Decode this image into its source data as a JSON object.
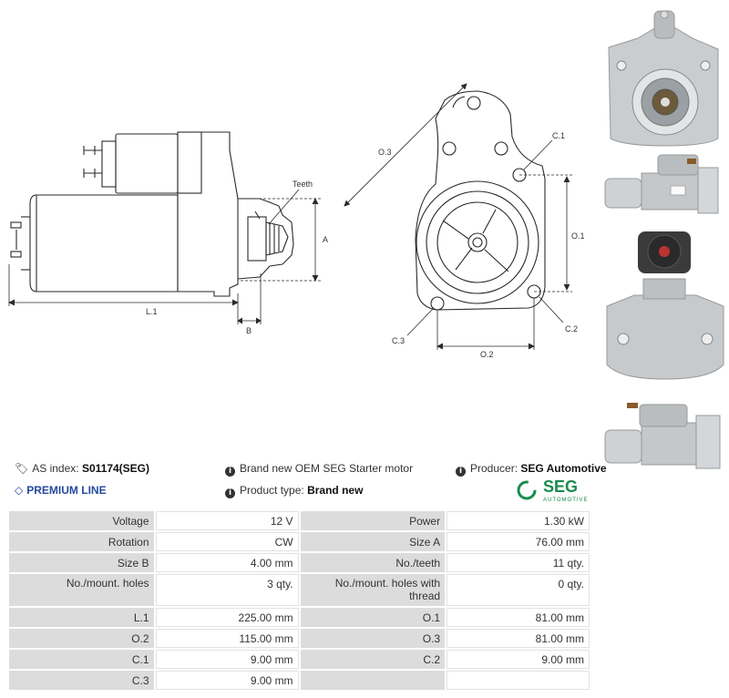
{
  "drawing": {
    "side_labels": {
      "teeth": "Teeth",
      "a": "A",
      "l1": "L.1",
      "b": "B"
    },
    "front_labels": {
      "o3": "O.3",
      "c1": "C.1",
      "o1": "O.1",
      "c2": "C.2",
      "c3": "C.3",
      "o2": "O.2"
    }
  },
  "photos": [
    "starter-front-view",
    "starter-side-view",
    "starter-top-view",
    "starter-rear-view",
    "starter-side-view-2"
  ],
  "info": {
    "as_index_label": "AS index:",
    "as_index_value": "S01174(SEG)",
    "premium_line": "PREMIUM LINE",
    "description": "Brand new OEM SEG Starter motor",
    "product_type_label": "Product type:",
    "product_type_value": "Brand new",
    "producer_label": "Producer:",
    "producer_value": "SEG Automotive"
  },
  "logo": {
    "name": "SEG",
    "sub": "AUTOMOTIVE",
    "color": "#1a8b4e"
  },
  "specs": [
    {
      "l1": "Voltage",
      "v1": "12 V",
      "l2": "Power",
      "v2": "1.30 kW"
    },
    {
      "l1": "Rotation",
      "v1": "CW",
      "l2": "Size A",
      "v2": "76.00 mm"
    },
    {
      "l1": "Size B",
      "v1": "4.00 mm",
      "l2": "No./teeth",
      "v2": "11 qty."
    },
    {
      "l1": "No./mount. holes",
      "v1": "3 qty.",
      "l2": "No./mount. holes with thread",
      "v2": "0 qty."
    },
    {
      "l1": "L.1",
      "v1": "225.00 mm",
      "l2": "O.1",
      "v2": "81.00 mm"
    },
    {
      "l1": "O.2",
      "v1": "115.00 mm",
      "l2": "O.3",
      "v2": "81.00 mm"
    },
    {
      "l1": "C.1",
      "v1": "9.00 mm",
      "l2": "C.2",
      "v2": "9.00 mm"
    },
    {
      "l1": "C.3",
      "v1": "9.00 mm",
      "l2": "",
      "v2": ""
    }
  ]
}
